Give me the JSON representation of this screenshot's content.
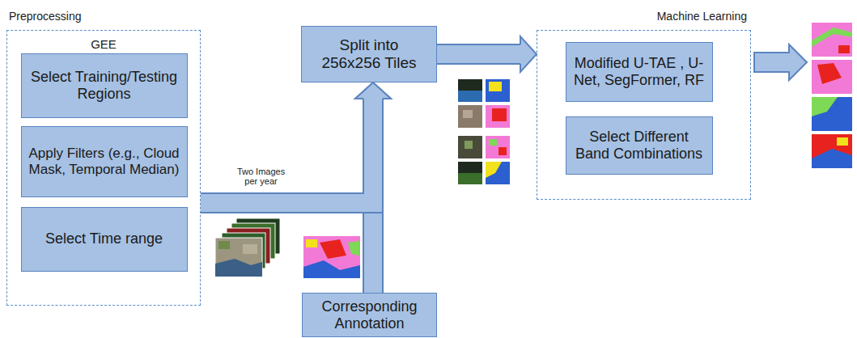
{
  "diagram": {
    "nodes": [
      {
        "text": [
          "Preprocessing",
          "GEE"
        ]
      },
      {
        "text": [
          "Select Training/Testing Regions"
        ],
        "in": 0
      },
      {
        "text": [
          "Apply Filters (e.g., Cloud Mask, Temporal Median)"
        ],
        "in": 0
      },
      {
        "text": [
          "Select Time range"
        ],
        "in": 0
      },
      {
        "text": [
          "Split into 256x256 Tiles"
        ]
      },
      {
        "text": [
          "Corresponding Annotation"
        ]
      },
      {
        "text": [
          "Machine Learning"
        ]
      },
      {
        "text": [
          "Modified U-TAE , U-Net, SegFormer, RF"
        ],
        "in": 6
      },
      {
        "text": [
          "Select Different Band Combinations"
        ],
        "in": 6
      }
    ],
    "edges": [
      {
        "from": 0,
        "to": 4,
        "arrow": "to",
        "label": "Two Images per year"
      },
      {
        "from": 5,
        "to": 4,
        "arrow": "to"
      },
      {
        "from": 4,
        "to": 6,
        "arrow": "to"
      }
    ]
  }
}
